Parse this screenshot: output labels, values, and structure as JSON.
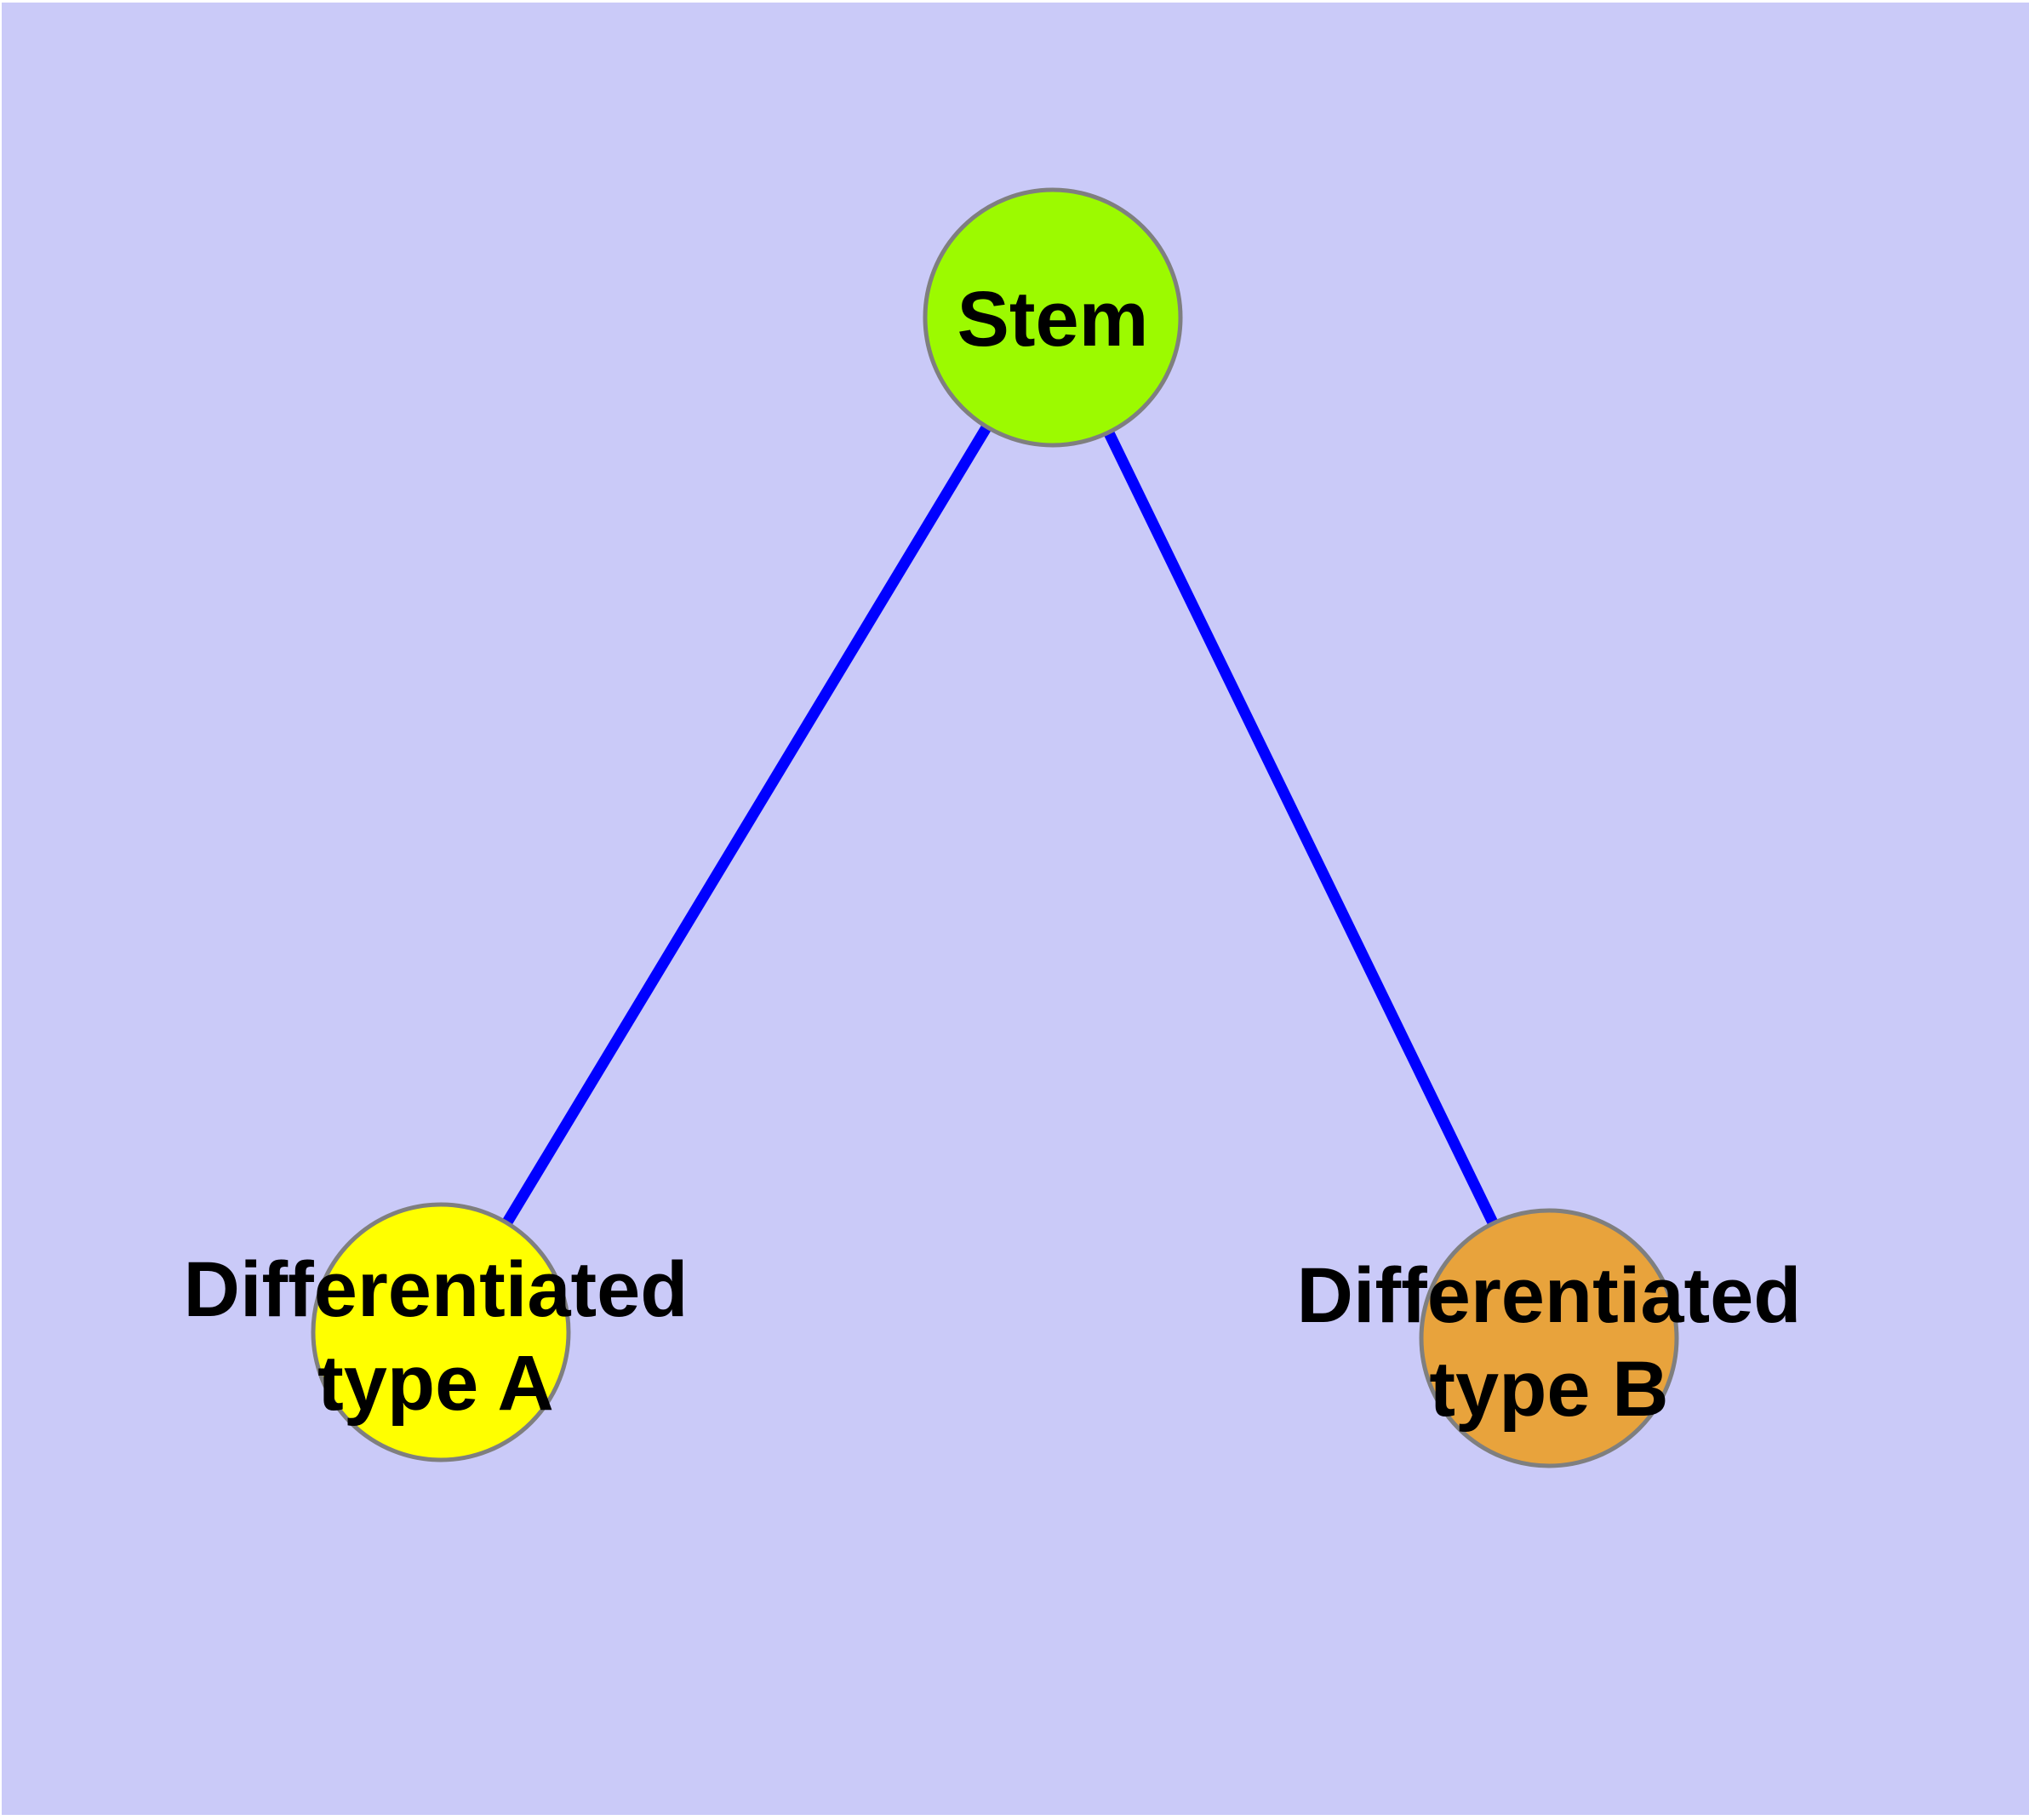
{
  "diagram": {
    "type": "graph",
    "background_color": "#CACAF8",
    "frame_color": "#FFFFFF",
    "edge_color": "#0000FF",
    "node_border_color": "#7F7F7F",
    "text_color": "#000000",
    "nodes": {
      "stem": {
        "label": "Stem",
        "fill": "#9CFA00"
      },
      "typeA": {
        "label_line1": "Differentiated",
        "label_line2": "type A",
        "fill": "#FFFF00"
      },
      "typeB": {
        "label_line1": "Differentiated",
        "label_line2": "type B",
        "fill": "#E8A33C"
      }
    },
    "edges": [
      {
        "from": "Stem",
        "to": "Differentiated type A"
      },
      {
        "from": "Stem",
        "to": "Differentiated type B"
      }
    ]
  }
}
